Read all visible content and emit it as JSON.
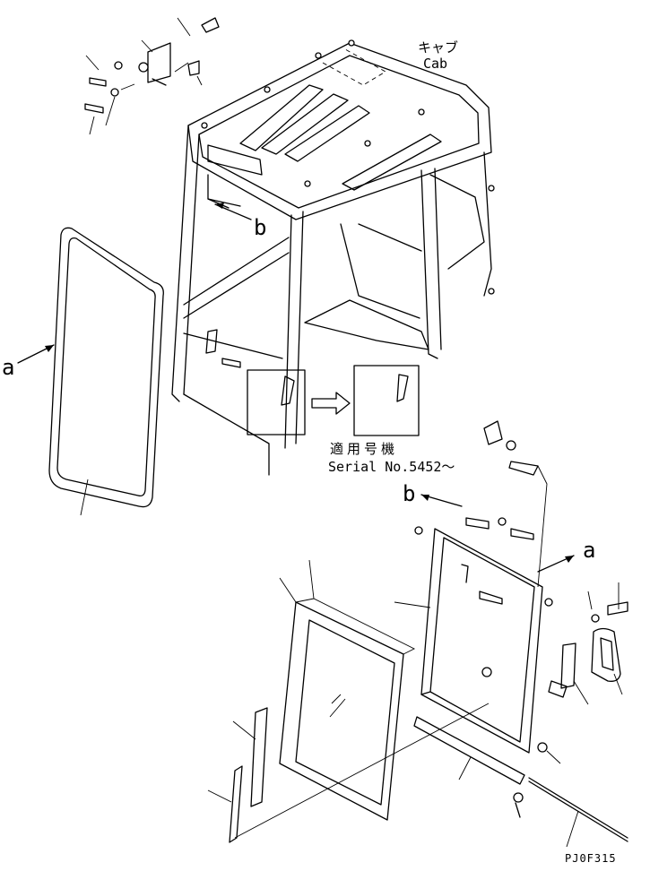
{
  "cab_label": {
    "jp": "キャブ",
    "en": "Cab"
  },
  "callouts": {
    "a_left": "a",
    "a_right": "a",
    "b_top": "b",
    "b_bottom": "b"
  },
  "serial_note": {
    "jp": "適用号機",
    "en": "Serial No.5452～"
  },
  "drawing_code": "PJ0F315"
}
